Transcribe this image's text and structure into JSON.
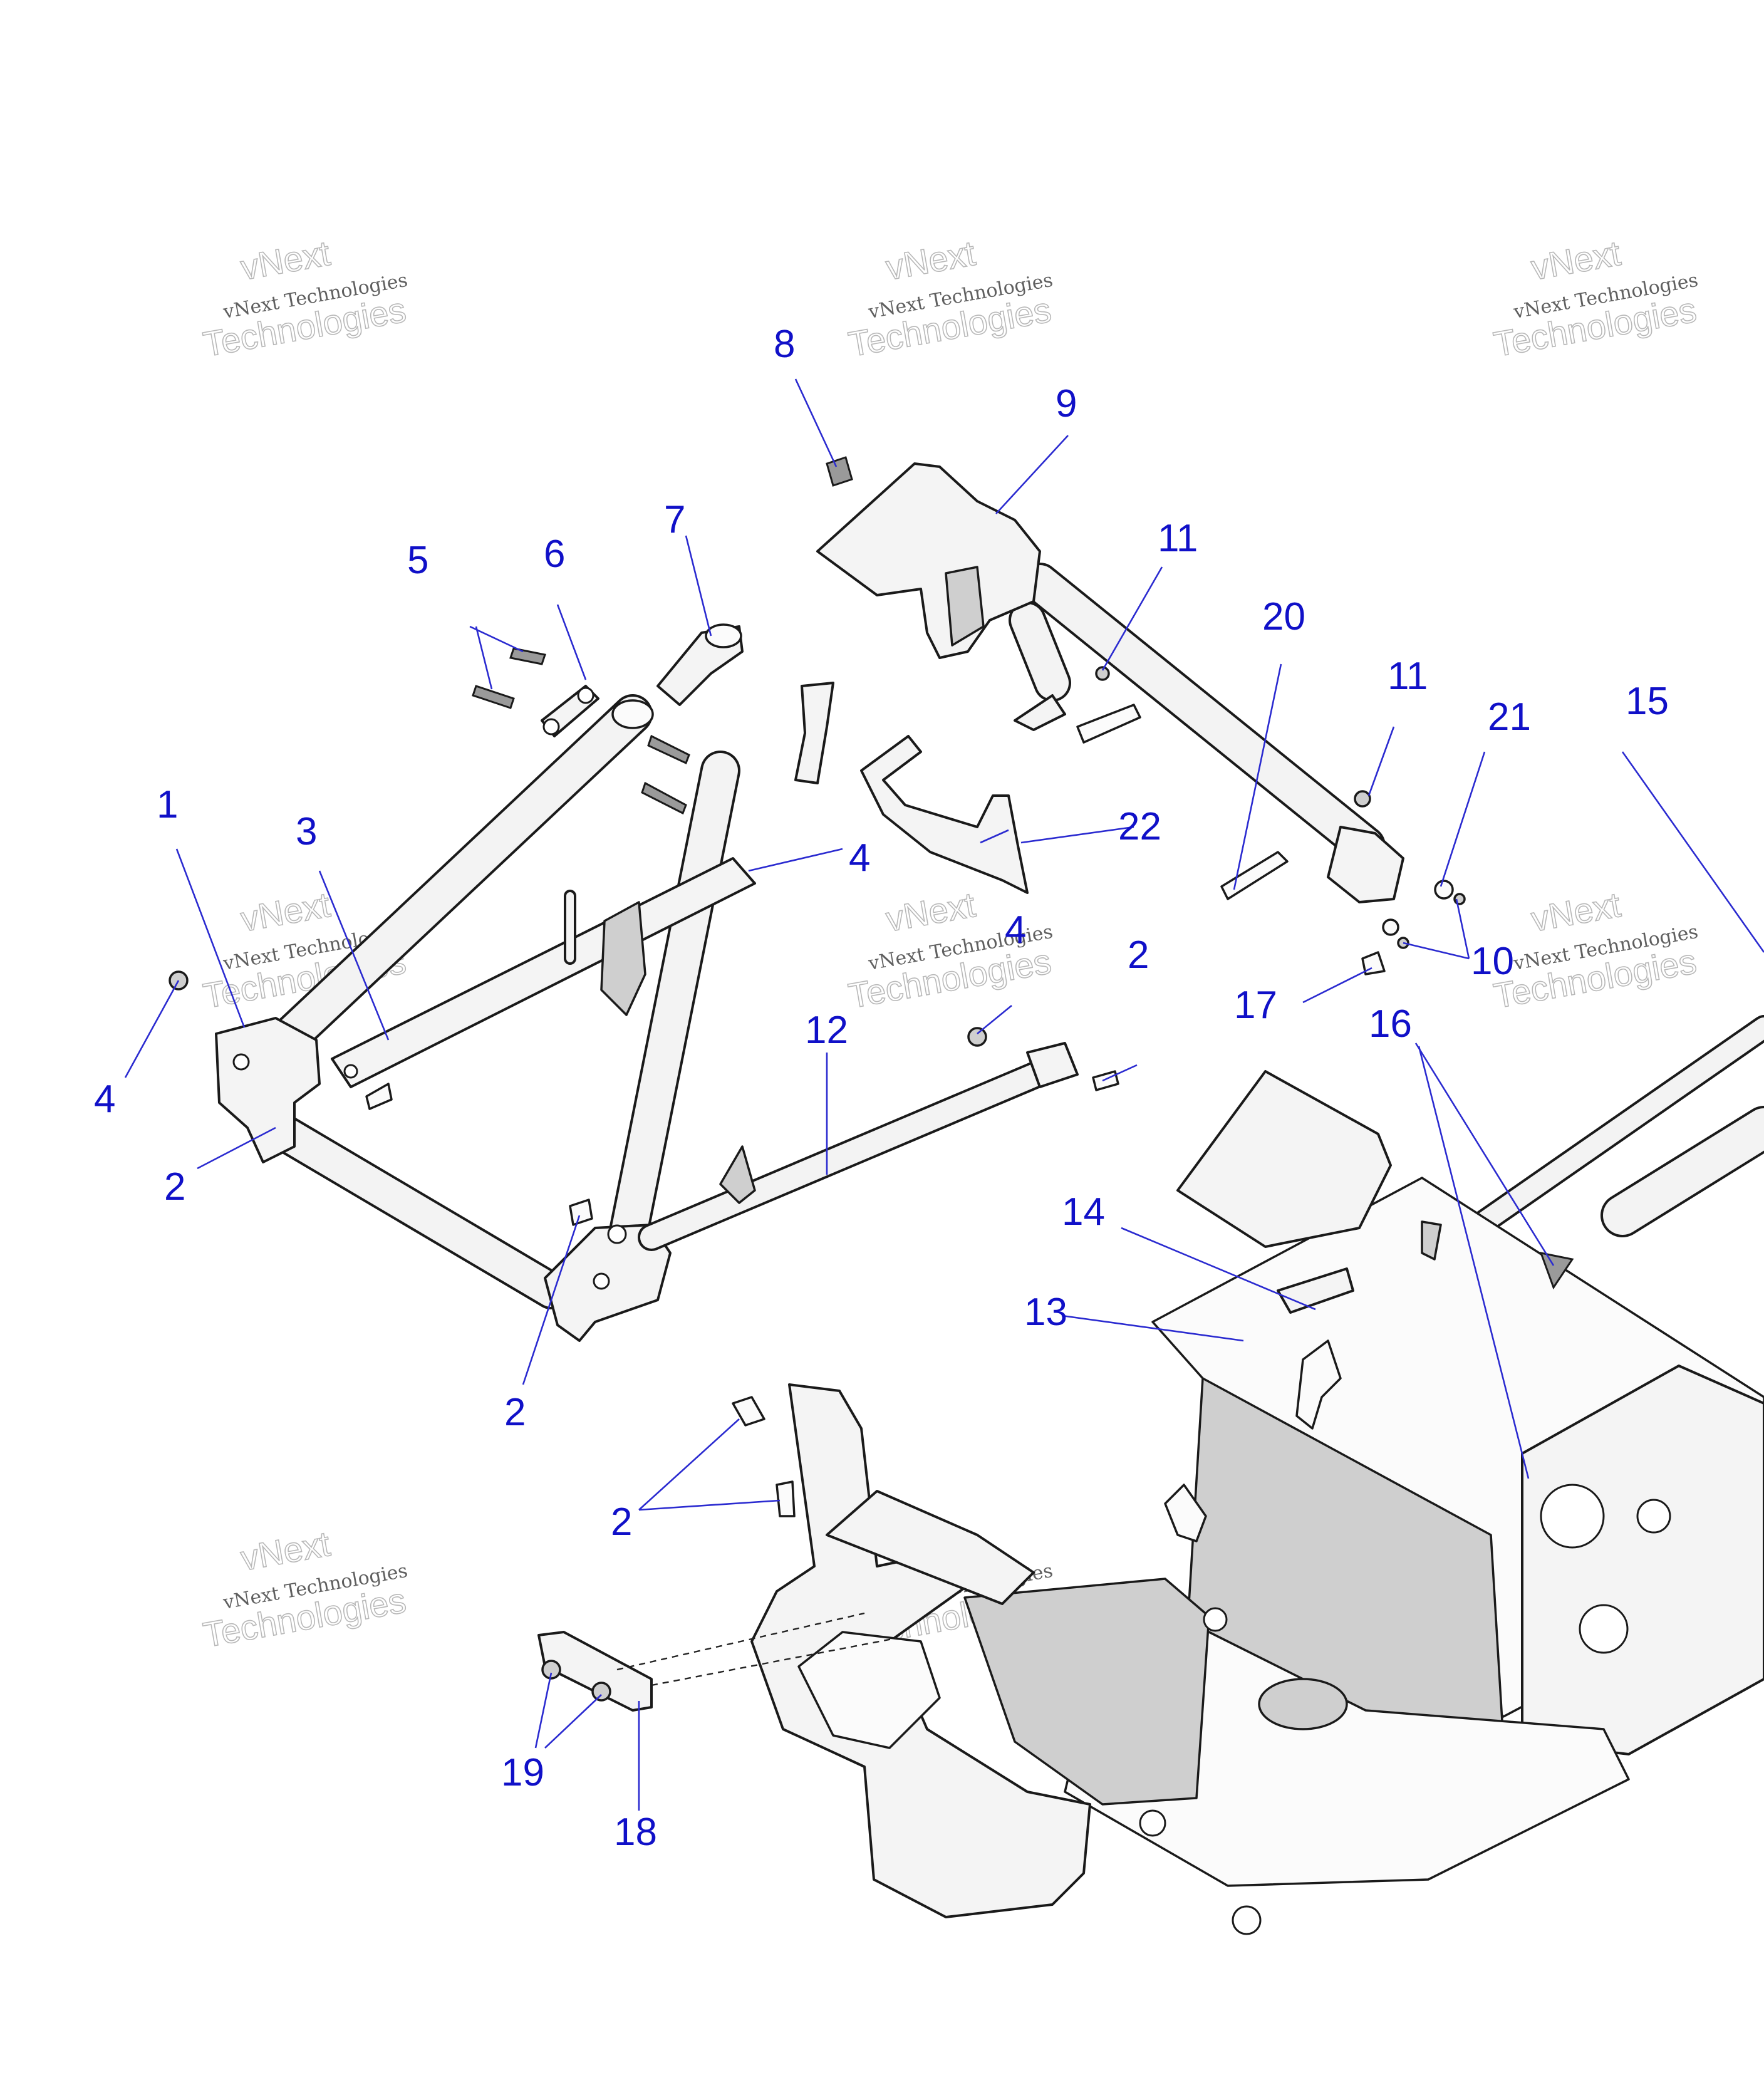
{
  "watermark": {
    "line_script": "vNext Technologies",
    "line_outline_1": "vNext",
    "line_outline_2": "Technologies"
  },
  "callouts": {
    "c1": "1",
    "c2a": "2",
    "c2b": "2",
    "c2c": "2",
    "c2d": "2",
    "c3": "3",
    "c4a": "4",
    "c4b": "4",
    "c4c": "4",
    "c5": "5",
    "c6": "6",
    "c7": "7",
    "c8": "8",
    "c9": "9",
    "c10": "10",
    "c11a": "11",
    "c11b": "11",
    "c12": "12",
    "c13": "13",
    "c14": "14",
    "c15": "15",
    "c16": "16",
    "c17": "17",
    "c18": "18",
    "c19": "19",
    "c20": "20",
    "c21": "21",
    "c22": "22"
  }
}
